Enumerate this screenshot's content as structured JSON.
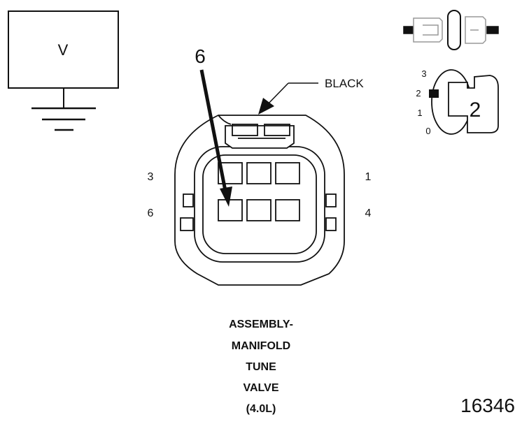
{
  "meter": {
    "symbol": "V"
  },
  "callout": {
    "pin": "6",
    "wire_color": "BLACK"
  },
  "connector": {
    "pin_labels_left": [
      "3",
      "6"
    ],
    "pin_labels_right": [
      "1",
      "4"
    ]
  },
  "view_key": {
    "scale_labels": [
      "3",
      "2",
      "1",
      "0"
    ],
    "position_number": "2"
  },
  "caption": {
    "lines": [
      "ASSEMBLY-",
      "MANIFOLD",
      "TUNE",
      "VALVE",
      "(4.0L)"
    ]
  },
  "figure_number": "16346"
}
